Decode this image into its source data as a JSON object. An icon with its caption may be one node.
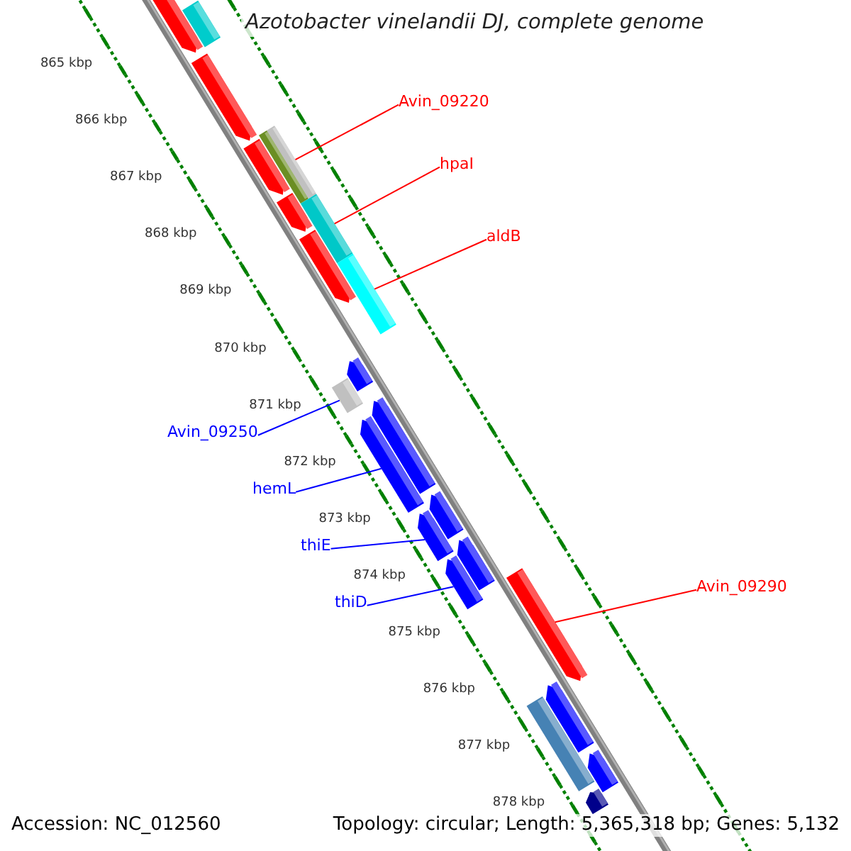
{
  "diagram": {
    "title": "Azotobacter vinelandii DJ, complete genome",
    "nodes": [
      {
        "text": [
          "Avin_09220"
        ]
      },
      {
        "text": [
          "hpaI"
        ]
      },
      {
        "text": [
          "aldB"
        ]
      },
      {
        "text": [
          "Avin_09250"
        ]
      },
      {
        "text": [
          "hemL"
        ]
      },
      {
        "text": [
          "thiE"
        ]
      },
      {
        "text": [
          "thiD"
        ]
      },
      {
        "text": [
          "Avin_09290"
        ]
      },
      {
        "text": [],
        "shape": "bar"
      },
      {
        "text": [],
        "shape": "bar"
      },
      {
        "text": [],
        "shape": "bar"
      },
      {
        "text": [],
        "shape": "bar"
      },
      {
        "text": [],
        "shape": "bar"
      },
      {
        "text": [],
        "shape": "bar"
      },
      {
        "text": [],
        "shape": "bar"
      },
      {
        "text": [],
        "shape": "bar"
      },
      {
        "text": [],
        "shape": "bar"
      },
      {
        "text": [],
        "shape": "bar"
      },
      {
        "text": [],
        "shape": "bar"
      },
      {
        "text": [],
        "shape": "bar"
      },
      {
        "text": [],
        "shape": "bar"
      },
      {
        "text": [],
        "shape": "bar"
      },
      {
        "text": [],
        "shape": "bar"
      },
      {
        "text": [],
        "shape": "bar"
      },
      {
        "text": [],
        "shape": "bar"
      },
      {
        "text": [],
        "shape": "bar"
      },
      {
        "text": [],
        "shape": "bar"
      },
      {
        "text": [],
        "shape": "bar"
      },
      {
        "text": [],
        "shape": "bar"
      },
      {
        "text": [],
        "shape": "bar"
      }
    ],
    "edges": [
      {
        "from": 0,
        "to": 11,
        "arrow": "none",
        "color": "#ff0000"
      },
      {
        "from": 1,
        "to": 14,
        "arrow": "none",
        "color": "#ff0000"
      },
      {
        "from": 2,
        "to": 16,
        "arrow": "none",
        "color": "#ff0000"
      },
      {
        "from": 3,
        "to": 18,
        "arrow": "none",
        "color": "#0000ff"
      },
      {
        "from": 4,
        "to": 20,
        "arrow": "none",
        "color": "#0000ff"
      },
      {
        "from": 5,
        "to": 22,
        "arrow": "none",
        "color": "#0000ff"
      },
      {
        "from": 6,
        "to": 24,
        "arrow": "none",
        "color": "#0000ff"
      },
      {
        "from": 7,
        "to": 25,
        "arrow": "none",
        "color": "#ff0000"
      }
    ],
    "labels": [
      "865 kbp",
      "866 kbp",
      "867 kbp",
      "868 kbp",
      "869 kbp",
      "870 kbp",
      "871 kbp",
      "872 kbp",
      "873 kbp",
      "874 kbp",
      "875 kbp",
      "876 kbp",
      "877 kbp",
      "878 kbp",
      "Accession: NC_012560",
      "Topology: circular; Length: 5,365,318 bp; Genes: 5,132"
    ]
  }
}
